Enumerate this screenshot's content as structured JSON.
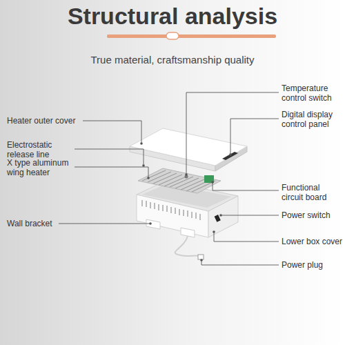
{
  "diagram": {
    "title": "Structural analysis",
    "labels": [
      "True material, craftsmanship quality",
      "Heater outer cover",
      "Electrostatic release line",
      "X type aluminum wing heater",
      "Wall bracket",
      "Temperature control switch",
      "Digital display control panel",
      "Functional circuit board",
      "Power switch",
      "Lower box cover",
      "Power plug"
    ]
  }
}
